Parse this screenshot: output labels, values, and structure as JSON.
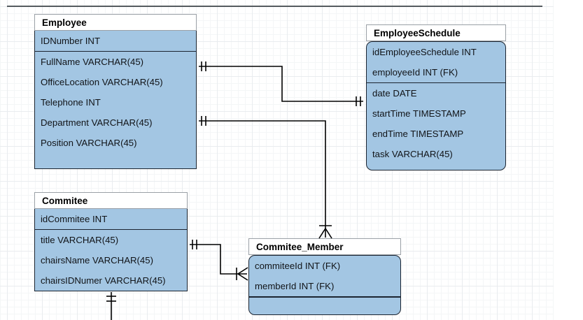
{
  "diagram": {
    "kind": "entity-relationship-diagram",
    "background": "#ffffff",
    "grid_color": "#e9ecef",
    "entity_fill": "#a3c6e3",
    "entity_border": "#1b2430",
    "title_fill": "#ffffff",
    "connector_color": "#000000"
  },
  "entities": {
    "employee": {
      "title": "Employee",
      "pk_rows": [
        "IDNumber INT"
      ],
      "attr_rows": [
        "FullName VARCHAR(45)",
        "OfficeLocation VARCHAR(45)",
        "Telephone INT",
        "Department VARCHAR(45)",
        "Position VARCHAR(45)"
      ]
    },
    "employee_schedule": {
      "title": "EmployeeSchedule",
      "pk_rows": [
        "idEmployeeSchedule INT",
        "employeeId INT (FK)"
      ],
      "attr_rows": [
        "date DATE",
        "startTime TIMESTAMP",
        "endTime TIMESTAMP",
        "task VARCHAR(45)"
      ]
    },
    "commitee": {
      "title": "Commitee",
      "pk_rows": [
        "idCommitee INT"
      ],
      "attr_rows": [
        "title VARCHAR(45)",
        "chairsName VARCHAR(45)",
        "chairsIDNumer VARCHAR(45)"
      ]
    },
    "commitee_member": {
      "title": "Commitee_Member",
      "pk_rows": [
        "commiteeId INT (FK)",
        "memberId INT (FK)"
      ],
      "attr_rows": []
    }
  },
  "relationships": [
    {
      "id": "employee-to-employeeschedule",
      "from": "Employee",
      "to": "EmployeeSchedule",
      "from_cardinality": "one-and-only-one",
      "to_cardinality": "one-and-only-one"
    },
    {
      "id": "employee-to-commiteemember",
      "from": "Employee",
      "to": "Commitee_Member",
      "from_cardinality": "one-and-only-one",
      "to_cardinality": "one-or-many"
    },
    {
      "id": "commitee-to-commiteemember",
      "from": "Commitee",
      "to": "Commitee_Member",
      "from_cardinality": "one-and-only-one",
      "to_cardinality": "one-or-many"
    },
    {
      "id": "commitee-bottom-stub",
      "from": "Commitee",
      "to": "",
      "from_cardinality": "one-and-only-one",
      "to_cardinality": ""
    }
  ]
}
